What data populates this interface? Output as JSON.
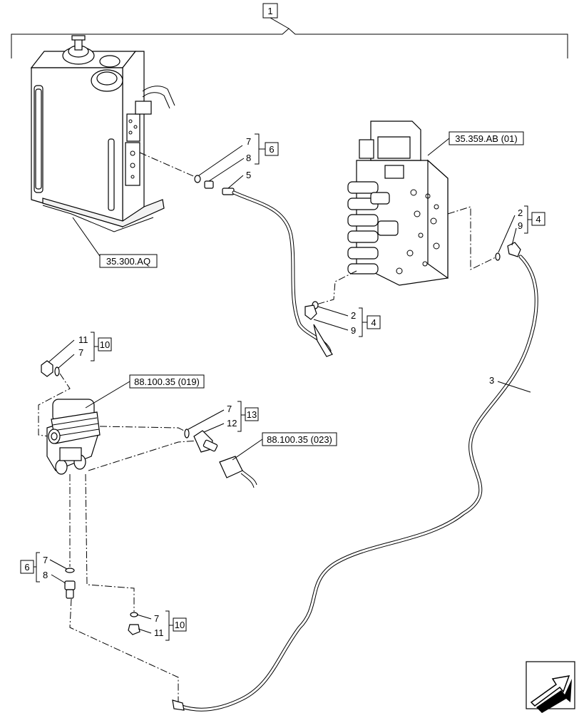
{
  "assembly": {
    "label": "1"
  },
  "references": {
    "tank": "35.300.AQ",
    "valve": "35.359.AB (01)",
    "sensor_body": "88.100.35 (019)",
    "connector": "88.100.35 (023)"
  },
  "groups": {
    "tank_fitting": {
      "items": [
        "7",
        "8",
        "5"
      ],
      "kit": "6"
    },
    "valve_right": {
      "items": [
        "2",
        "9"
      ],
      "kit": "4"
    },
    "valve_bottom": {
      "items": [
        "2",
        "9"
      ],
      "kit": "4"
    },
    "top_plug": {
      "items": [
        "11",
        "7"
      ],
      "kit": "10"
    },
    "switch": {
      "items": [
        "7",
        "12"
      ],
      "kit": "13"
    },
    "bottom_left_fitting": {
      "items": [
        "7",
        "8"
      ],
      "kit": "6"
    },
    "bottom_plug": {
      "items": [
        "7",
        "11"
      ],
      "kit": "10"
    }
  },
  "hose_label": "3",
  "nav_icon": "next-page-arrow-icon"
}
